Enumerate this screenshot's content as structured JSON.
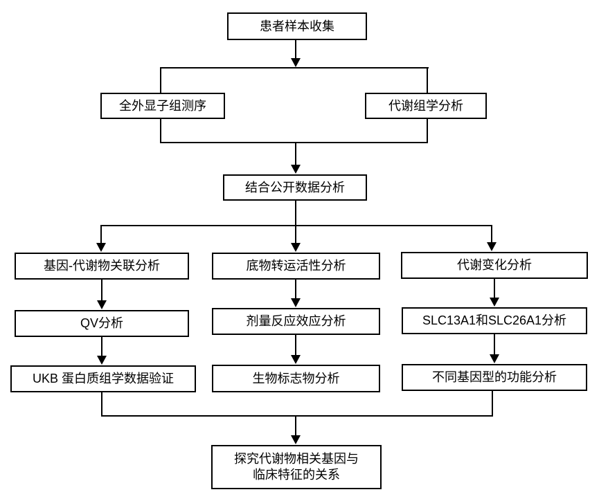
{
  "nodes": {
    "patient_sample": {
      "label": "患者样本收集"
    },
    "wes": {
      "label": "全外显子组测序"
    },
    "metabolomics": {
      "label": "代谢组学分析"
    },
    "public_data": {
      "label": "结合公开数据分析"
    },
    "gene_metabolite": {
      "label": "基因-代谢物关联分析"
    },
    "substrate_transport": {
      "label": "底物转运活性分析"
    },
    "metabolic_change": {
      "label": "代谢变化分析"
    },
    "qv": {
      "label": "QV分析"
    },
    "dose_response": {
      "label": "剂量反应效应分析"
    },
    "slc_analysis": {
      "label": "SLC13A1和SLC26A1分析"
    },
    "ukb_validation": {
      "label": "UKB 蛋白质组学数据验证"
    },
    "biomarker": {
      "label": "生物标志物分析"
    },
    "genotype_function": {
      "label": "不同基因型的功能分析"
    },
    "final": {
      "line1": "探究代谢物相关基因与",
      "line2": "临床特征的关系"
    }
  },
  "edges": [
    {
      "from": "patient_sample",
      "to": "wes"
    },
    {
      "from": "patient_sample",
      "to": "metabolomics"
    },
    {
      "from": "wes",
      "to": "public_data"
    },
    {
      "from": "metabolomics",
      "to": "public_data"
    },
    {
      "from": "public_data",
      "to": "gene_metabolite"
    },
    {
      "from": "public_data",
      "to": "substrate_transport"
    },
    {
      "from": "public_data",
      "to": "metabolic_change"
    },
    {
      "from": "gene_metabolite",
      "to": "qv"
    },
    {
      "from": "qv",
      "to": "ukb_validation"
    },
    {
      "from": "substrate_transport",
      "to": "dose_response"
    },
    {
      "from": "dose_response",
      "to": "biomarker"
    },
    {
      "from": "metabolic_change",
      "to": "slc_analysis"
    },
    {
      "from": "slc_analysis",
      "to": "genotype_function"
    },
    {
      "from": "ukb_validation",
      "to": "final"
    },
    {
      "from": "genotype_function",
      "to": "final"
    }
  ],
  "colors": {
    "line": "#000000",
    "box_background": "#ffffff",
    "text": "#000000"
  }
}
